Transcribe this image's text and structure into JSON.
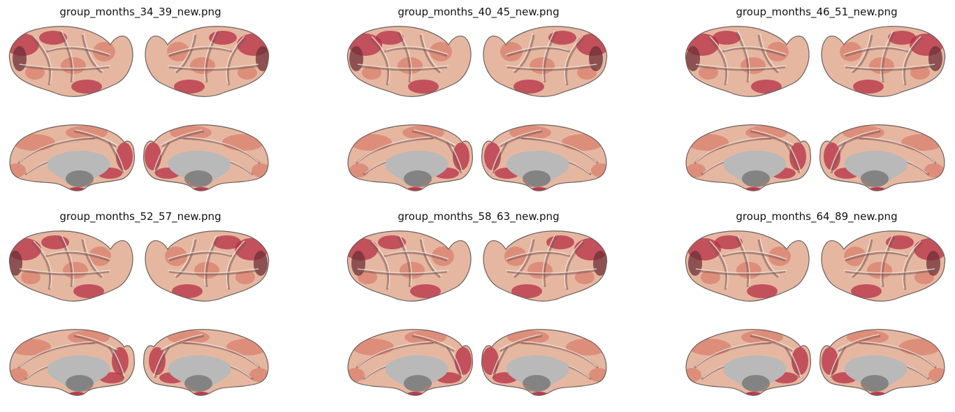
{
  "panels": [
    {
      "title": "group_months_34_39_new.png"
    },
    {
      "title": "group_months_40_45_new.png"
    },
    {
      "title": "group_months_46_51_new.png"
    },
    {
      "title": "group_months_52_57_new.png"
    },
    {
      "title": "group_months_58_63_new.png"
    },
    {
      "title": "group_months_64_89_new.png"
    }
  ],
  "colors": {
    "background": "#ffffff",
    "lateral_base": "#e6b7a0",
    "lateral_mid": "#d9806e",
    "lateral_hot": "#b52f45",
    "lateral_dark": "#6e2f36",
    "medial_wall": "#b9b9b9",
    "medial_wall_shadow": "#5f5f5f",
    "outline": "#6b6060"
  }
}
